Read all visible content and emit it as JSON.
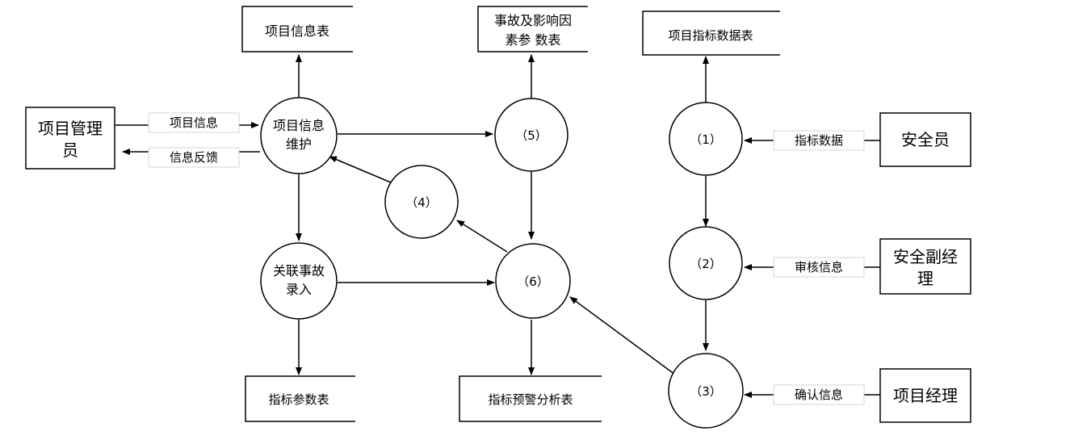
{
  "external_entities": {
    "project_manager": [
      "项目管理",
      "员"
    ],
    "safety_officer": [
      "安全员"
    ],
    "deputy_safety_manager": [
      "安全副经",
      "理"
    ],
    "project_director": [
      "项目经理"
    ]
  },
  "data_stores": {
    "project_info_table": [
      "项目信息表"
    ],
    "accident_factor_table": [
      "事故及影响因",
      "素参 数表"
    ],
    "project_index_table": [
      "项目指标数据表"
    ],
    "index_param_table": [
      "指标参数表"
    ],
    "index_warning_table": [
      "指标预警分析表"
    ]
  },
  "processes": {
    "p_maintain": [
      "项目信息",
      "维护"
    ],
    "p_link_accident": [
      "关联事故",
      "录入"
    ],
    "p1": "（1）",
    "p2": "（2）",
    "p3": "（3）",
    "p4": "（4）",
    "p5": "（5）",
    "p6": "（6）"
  },
  "flows": {
    "project_info": "项目信息",
    "info_feedback": "信息反馈",
    "index_data": "指标数据",
    "review_info": "审核信息",
    "confirm_info": "确认信息"
  }
}
